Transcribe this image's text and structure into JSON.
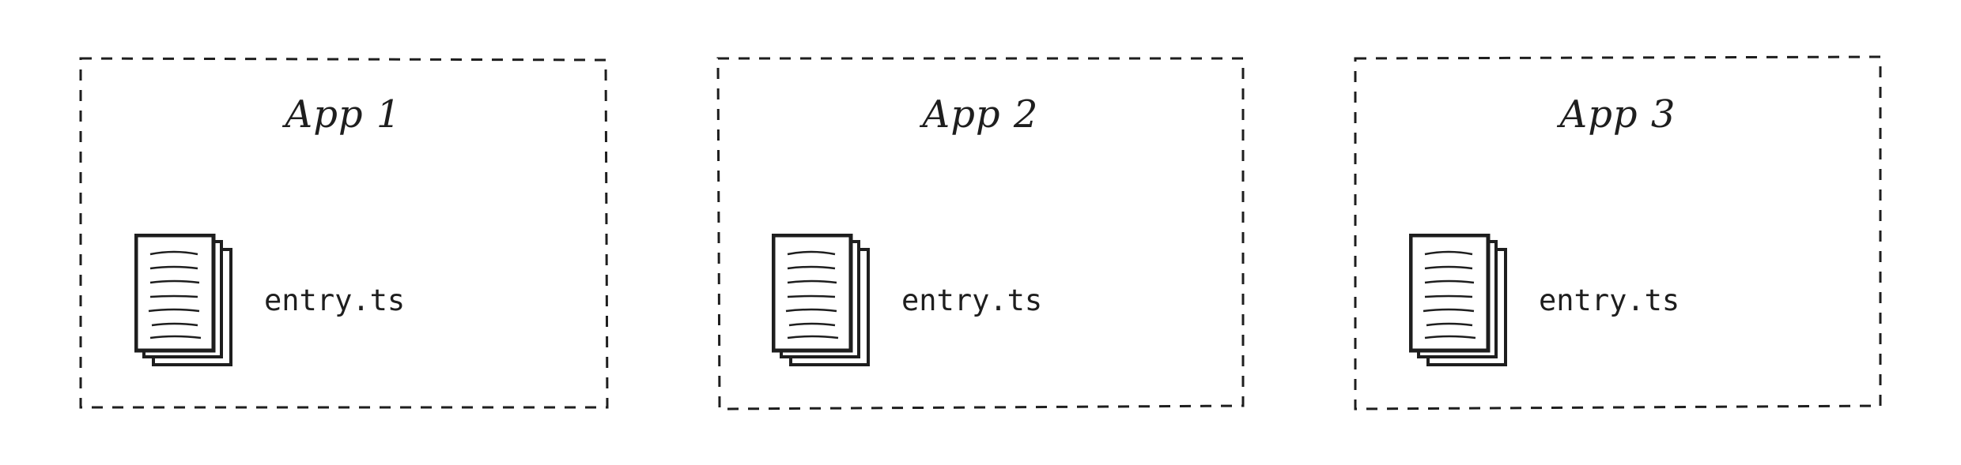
{
  "apps": [
    {
      "title": "App 1",
      "file": "entry.ts"
    },
    {
      "title": "App 2",
      "file": "entry.ts"
    },
    {
      "title": "App 3",
      "file": "entry.ts"
    }
  ],
  "colors": {
    "stroke": "#1e1e1e",
    "background": "#ffffff"
  },
  "icons": {
    "file": "document-stack-icon"
  }
}
